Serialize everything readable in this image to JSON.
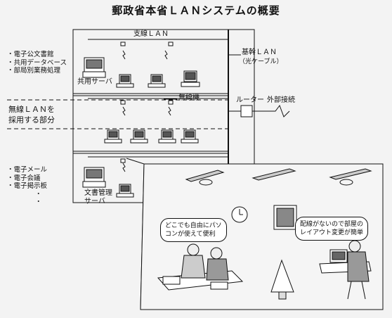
{
  "title": "郵政省本省ＬＡＮシステムの概要",
  "lan": {
    "branch": "支線ＬＡＮ",
    "backbone_line1": "基幹ＬＡＮ",
    "backbone_line2": "（光ケーブル）",
    "router": "ルーター",
    "external": "外部接続",
    "wireless_line1": "無線ＬＡＮを",
    "wireless_line2": "採用する部分",
    "wireless_unit": "無線機"
  },
  "servers": {
    "shared": "共用サーバ",
    "doc_mgmt_line1": "文書管理",
    "doc_mgmt_line2": "サーバ"
  },
  "services_top": [
    "電子公文書館",
    "共用データベース",
    "部局別業務処理"
  ],
  "services_bottom": [
    "電子メール",
    "電子会議",
    "電子掲示板",
    "・",
    "・"
  ],
  "bubbles": {
    "left": [
      "どこでも自由にパソ",
      "コンが使えて便利"
    ],
    "right": [
      "配線がないので部屋の",
      "レイアウト変更が簡単"
    ]
  }
}
